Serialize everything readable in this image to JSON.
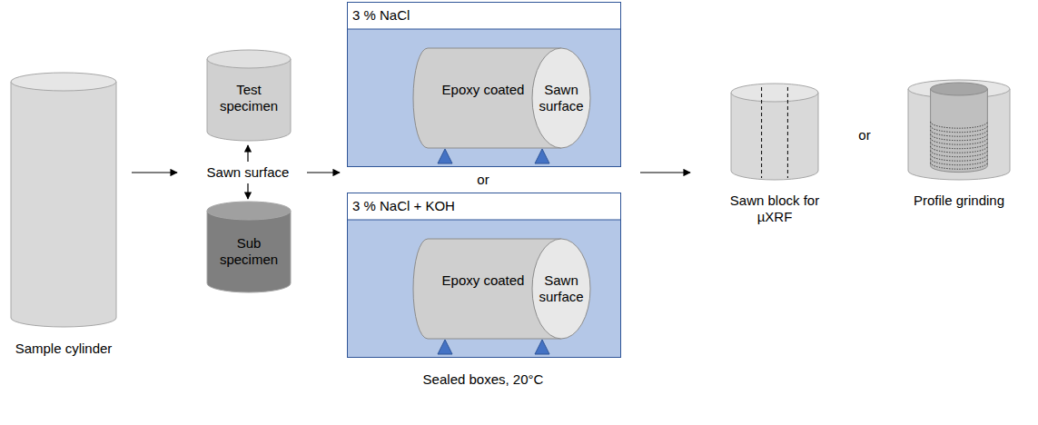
{
  "diagram": {
    "nodes": [
      {
        "text": [
          "Sample cylinder"
        ]
      },
      {
        "text": [
          "Test specimen"
        ]
      },
      {
        "text": [
          "Sub specimen"
        ]
      },
      {
        "text": [
          "3 % NaCl"
        ]
      },
      {
        "text": [
          "Epoxy coated",
          "Sawn surface"
        ],
        "in": 3
      },
      {
        "text": [
          "3 % NaCl + KOH"
        ]
      },
      {
        "text": [
          "Epoxy coated",
          "Sawn surface"
        ],
        "in": 5
      },
      {
        "text": [
          "Sawn block for µXRF"
        ]
      },
      {
        "text": [
          "Profile grinding"
        ]
      }
    ],
    "labels": [
      "Sawn surface",
      "or",
      "or",
      "Sealed boxes, 20°C"
    ]
  }
}
